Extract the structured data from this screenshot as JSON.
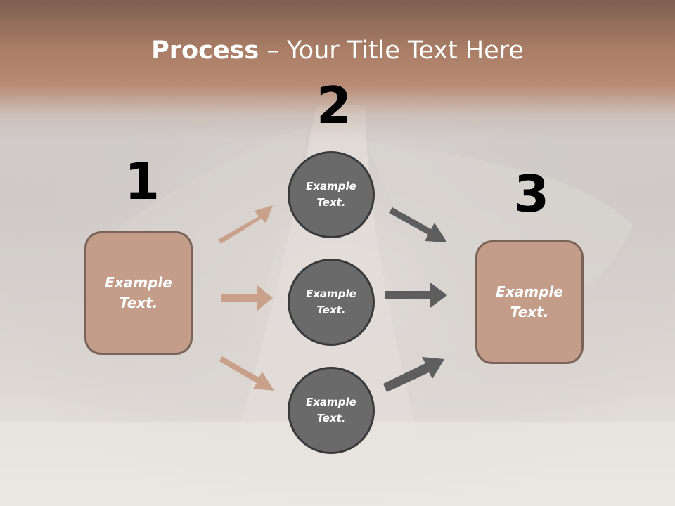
{
  "title": {
    "bold": "Process",
    "rest": " – Your Title Text Here"
  },
  "steps": [
    {
      "number": "1",
      "label": "Example Text."
    },
    {
      "number": "2",
      "label": ""
    },
    {
      "number": "3",
      "label": "Example Text."
    }
  ],
  "circles": [
    {
      "label": "Example Text."
    },
    {
      "label": "Example Text."
    },
    {
      "label": "Example Text."
    }
  ],
  "colors": {
    "title_band": "#b88a73",
    "box_fill": "#c39d8a",
    "box_border": "#7a6459",
    "circle_fill": "#6a6a6a",
    "left_arrow": "#c9a08a",
    "right_arrow": "#5e5e5e"
  }
}
